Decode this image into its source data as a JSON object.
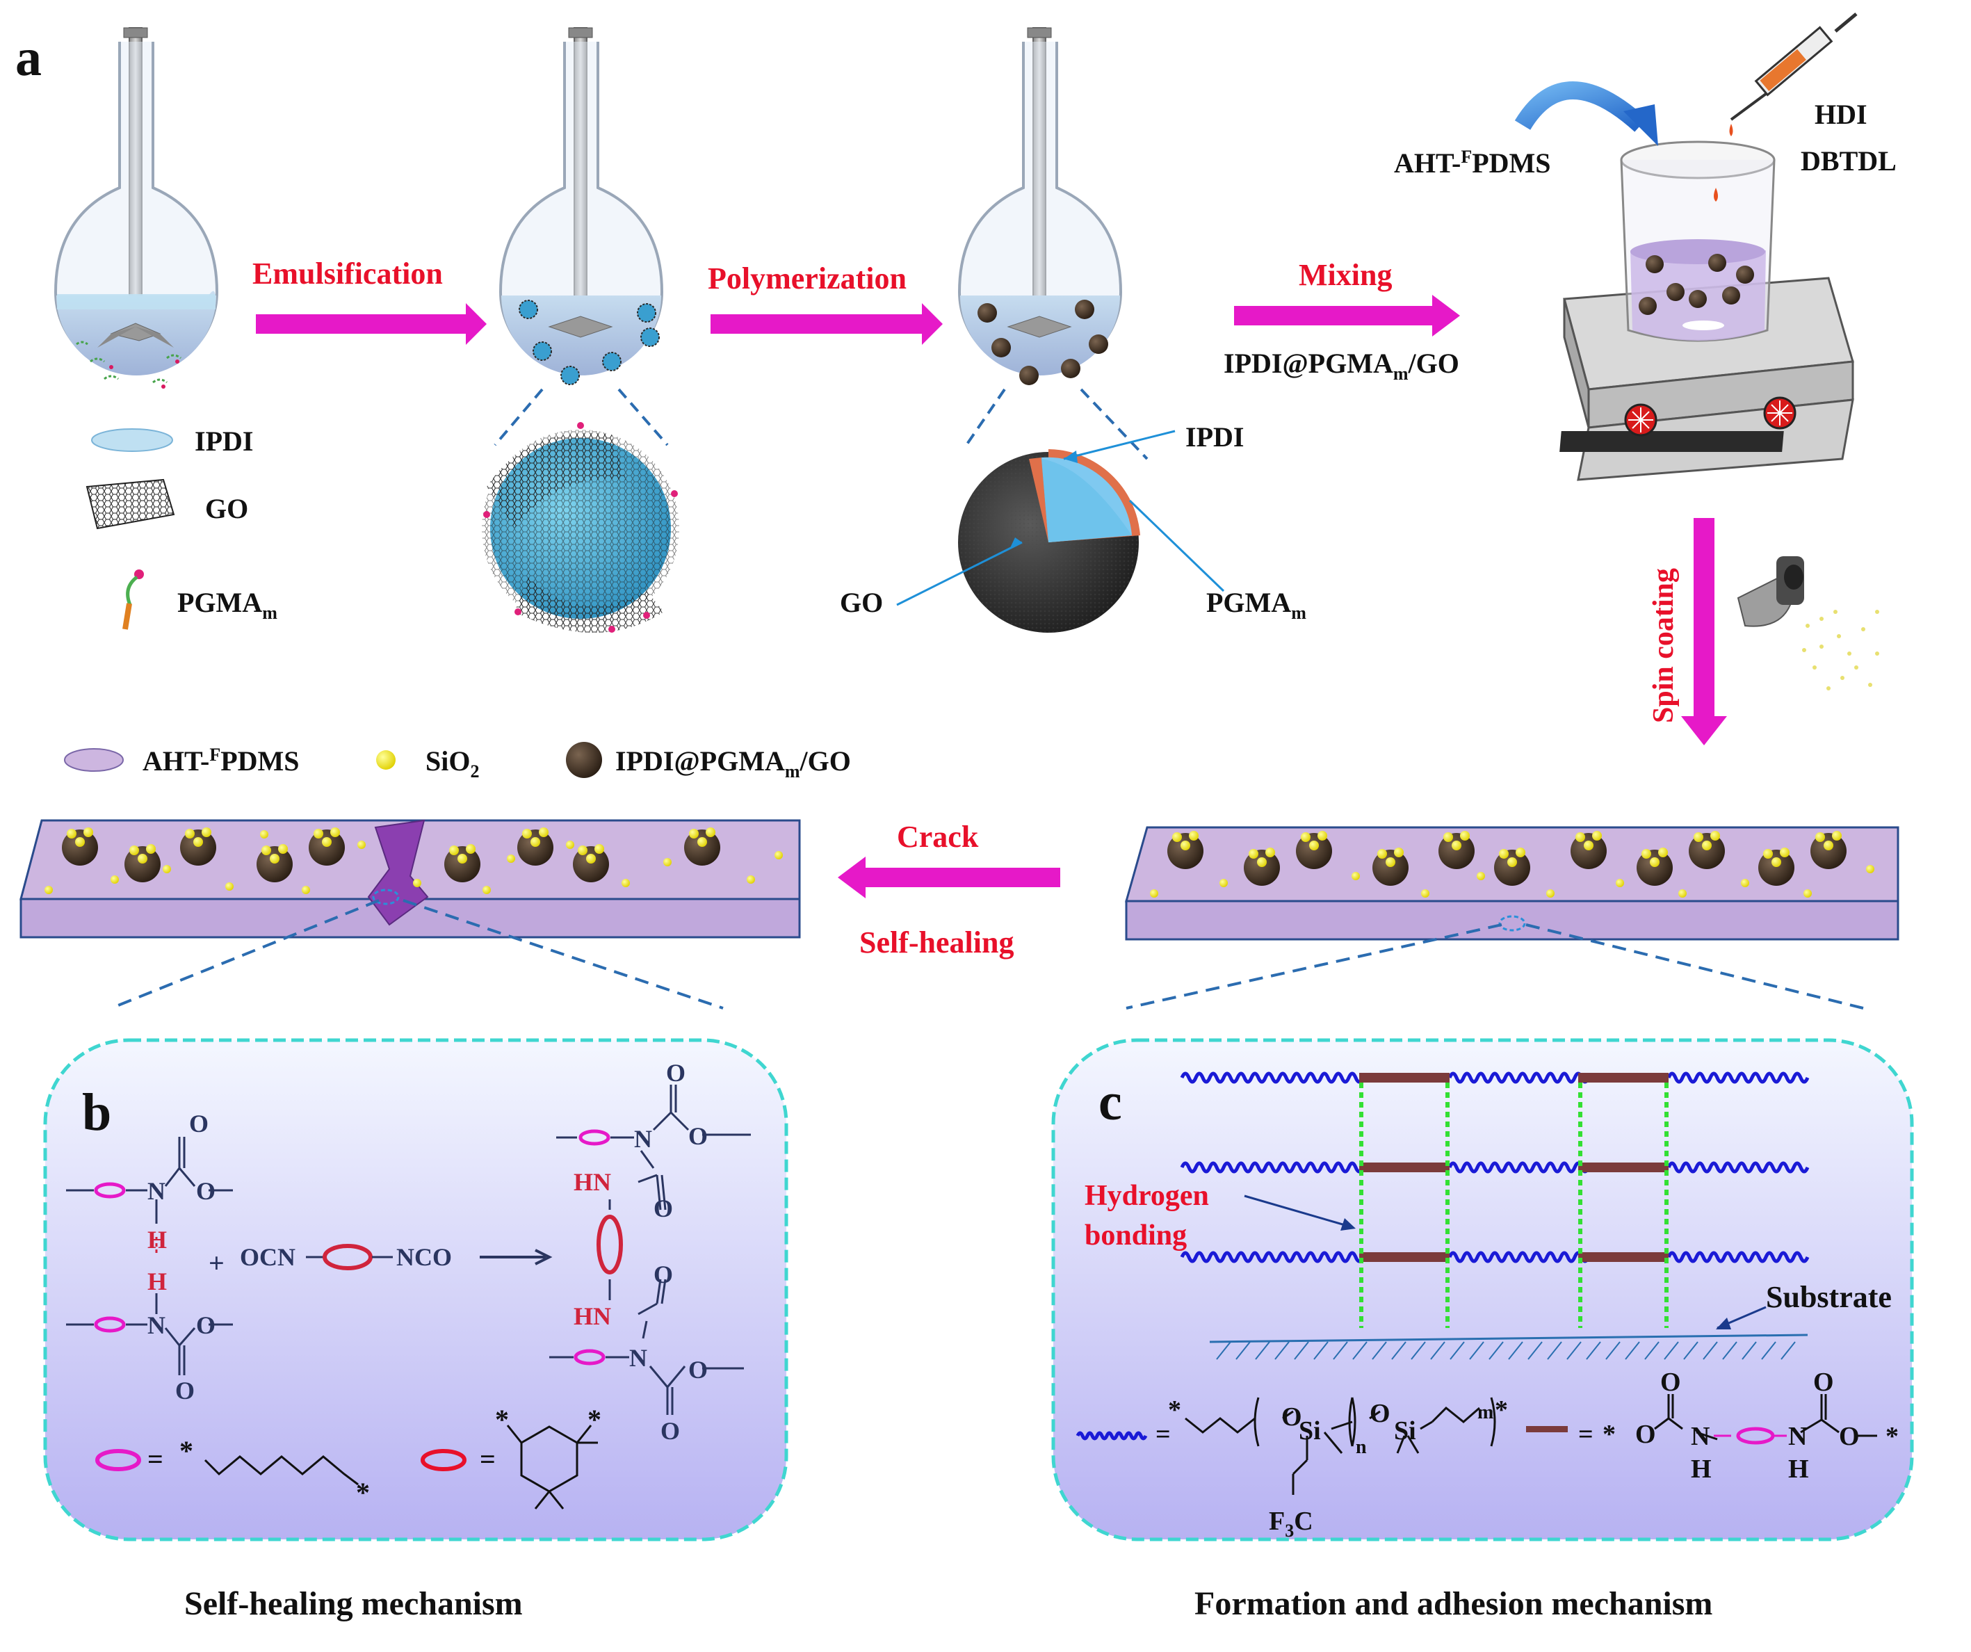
{
  "panel_a": {
    "letter": "a",
    "steps": {
      "emulsification": "Emulsification",
      "polymerization": "Polymerization",
      "mixing": "Mixing",
      "spin_coating": "Spin coating",
      "crack": "Crack",
      "self_healing": "Self-healing"
    },
    "mixing_sub": {
      "prefix": "IPDI@PGMA",
      "sub": "m",
      "suffix": "/GO"
    },
    "legend_top": {
      "ipdi": "IPDI",
      "go": "GO",
      "pgma": {
        "base": "PGMA",
        "sub": "m"
      }
    },
    "capsule": {
      "ipdi": "IPDI",
      "go": "GO",
      "pgma": {
        "base": "PGMA",
        "sub": "m"
      }
    },
    "beaker": {
      "aht": {
        "base": "AHT-",
        "sup": "F",
        "rest": "PDMS"
      },
      "hdi": "HDI",
      "dbtdl": "DBTDL"
    },
    "legend_mid": {
      "aht": {
        "base": "AHT-",
        "sup": "F",
        "rest": "PDMS"
      },
      "sio2": {
        "base": "SiO",
        "sub": "2"
      },
      "microcapsule": {
        "prefix": "IPDI@PGMA",
        "sub": "m",
        "suffix": "/GO"
      }
    }
  },
  "panel_b": {
    "letter": "b",
    "caption": "Self-healing mechanism",
    "chem": {
      "O": "O",
      "N": "N",
      "H": "H",
      "HN": "HN",
      "plus": "+",
      "ocn": "OCN",
      "nco": "NCO",
      "eq": "=",
      "star": "*"
    }
  },
  "panel_c": {
    "letter": "c",
    "caption": "Formation and adhesion mechanism",
    "hydrogen_bonding": [
      "Hydrogen",
      "bonding"
    ],
    "substrate": "Substrate",
    "chem": {
      "O": "O",
      "Si": "Si",
      "n": "n",
      "m": "m",
      "F3C": {
        "base": "F",
        "sub": "3",
        "rest": "C"
      },
      "N": "N",
      "H": "H",
      "eq": "=",
      "star": "*"
    }
  },
  "colors": {
    "magenta_arrow": "#e619c8",
    "red_text": "#e8102a",
    "panel_border": "#3fd6d0",
    "coating": "#cdb6e0",
    "chain_blue": "#1a1ad6",
    "hard_segment": "#7b3b3b",
    "hbond_green": "#33e033"
  }
}
